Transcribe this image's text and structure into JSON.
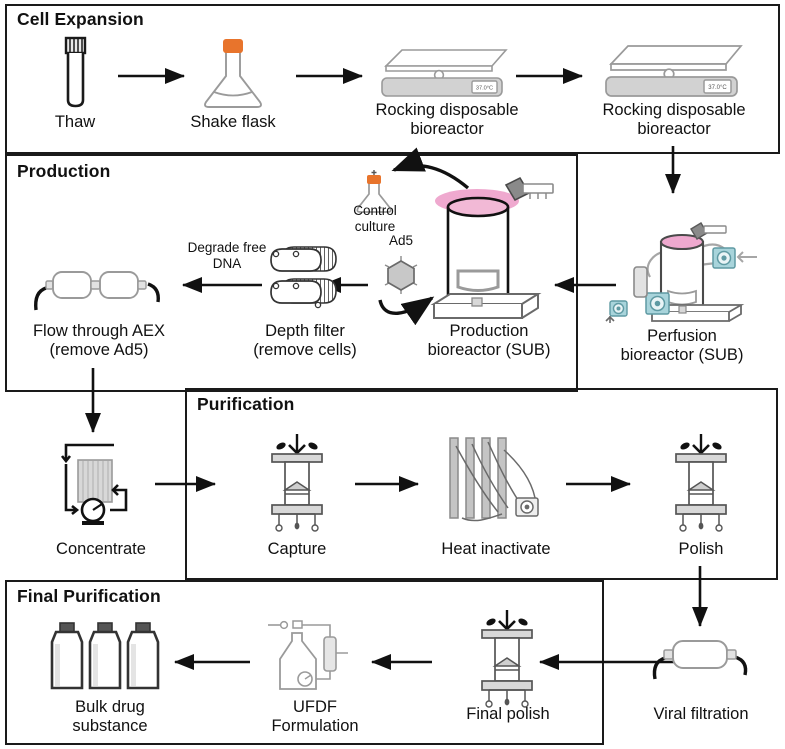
{
  "figure": {
    "type": "process-flow-diagram",
    "subject": "Adenovirus (Ad5) vaccine manufacturing process",
    "palette": {
      "line": "#1a1a1a",
      "flask_cap": "#e8742c",
      "culture_media": "#efa9cf",
      "device_gray": "#cfcfcf",
      "pump_teal": "#a8d4db",
      "background": "#ffffff"
    }
  },
  "sections": [
    {
      "id": "cell-expansion",
      "title": "Cell Expansion"
    },
    {
      "id": "production",
      "title": "Production"
    },
    {
      "id": "purification",
      "title": "Purification"
    },
    {
      "id": "final-purification",
      "title": "Final Purification"
    }
  ],
  "cell_expansion": {
    "steps": [
      {
        "id": "thaw",
        "label": "Thaw",
        "icon": "cryovial-icon"
      },
      {
        "id": "shake-flask",
        "label": "Shake flask",
        "icon": "erlenmeyer-flask-icon"
      },
      {
        "id": "rocker-1",
        "label": "Rocking disposable\nbioreactor",
        "icon": "rocking-bioreactor-icon",
        "display": "37.0°C"
      },
      {
        "id": "rocker-2",
        "label": "Rocking disposable\nbioreactor",
        "icon": "rocking-bioreactor-icon",
        "display": "37.0°C"
      }
    ]
  },
  "production": {
    "steps": [
      {
        "id": "perfusion-bioreactor",
        "label": "Perfusion\nbioreactor (SUB)",
        "icon": "perfusion-bioreactor-icon"
      },
      {
        "id": "production-bioreactor",
        "label": "Production\nbioreactor (SUB)",
        "icon": "stirred-bioreactor-icon"
      },
      {
        "id": "depth-filter",
        "label": "Depth filter\n(remove cells)",
        "icon": "depth-filter-pods-icon"
      },
      {
        "id": "aex",
        "label": "Flow through AEX\n(remove Ad5)",
        "icon": "dual-capsule-filter-icon"
      }
    ],
    "annotations": [
      {
        "id": "control-culture",
        "label": "Control\nculture",
        "icon": "control-flask-icon"
      },
      {
        "id": "ad5-virus",
        "label": "Ad5",
        "icon": "virus-hexagon-icon"
      },
      {
        "id": "degrade-dna",
        "label": "Degrade free\nDNA"
      }
    ]
  },
  "purification": {
    "steps": [
      {
        "id": "concentrate",
        "label": "Concentrate",
        "icon": "tff-skid-icon"
      },
      {
        "id": "capture",
        "label": "Capture",
        "icon": "chromatography-column-icon"
      },
      {
        "id": "heat-inactivate",
        "label": "Heat inactivate",
        "icon": "heat-exchanger-icon"
      },
      {
        "id": "polish",
        "label": "Polish",
        "icon": "chromatography-column-icon"
      }
    ]
  },
  "final_purification": {
    "steps": [
      {
        "id": "viral-filtration",
        "label": "Viral filtration",
        "icon": "capsule-filter-icon"
      },
      {
        "id": "final-polish",
        "label": "Final polish",
        "icon": "chromatography-column-icon"
      },
      {
        "id": "ufdf",
        "label": "UFDF\nFormulation",
        "icon": "ufdf-skid-icon"
      },
      {
        "id": "bulk-drug",
        "label": "Bulk drug\nsubstance",
        "icon": "bottles-icon"
      }
    ]
  }
}
